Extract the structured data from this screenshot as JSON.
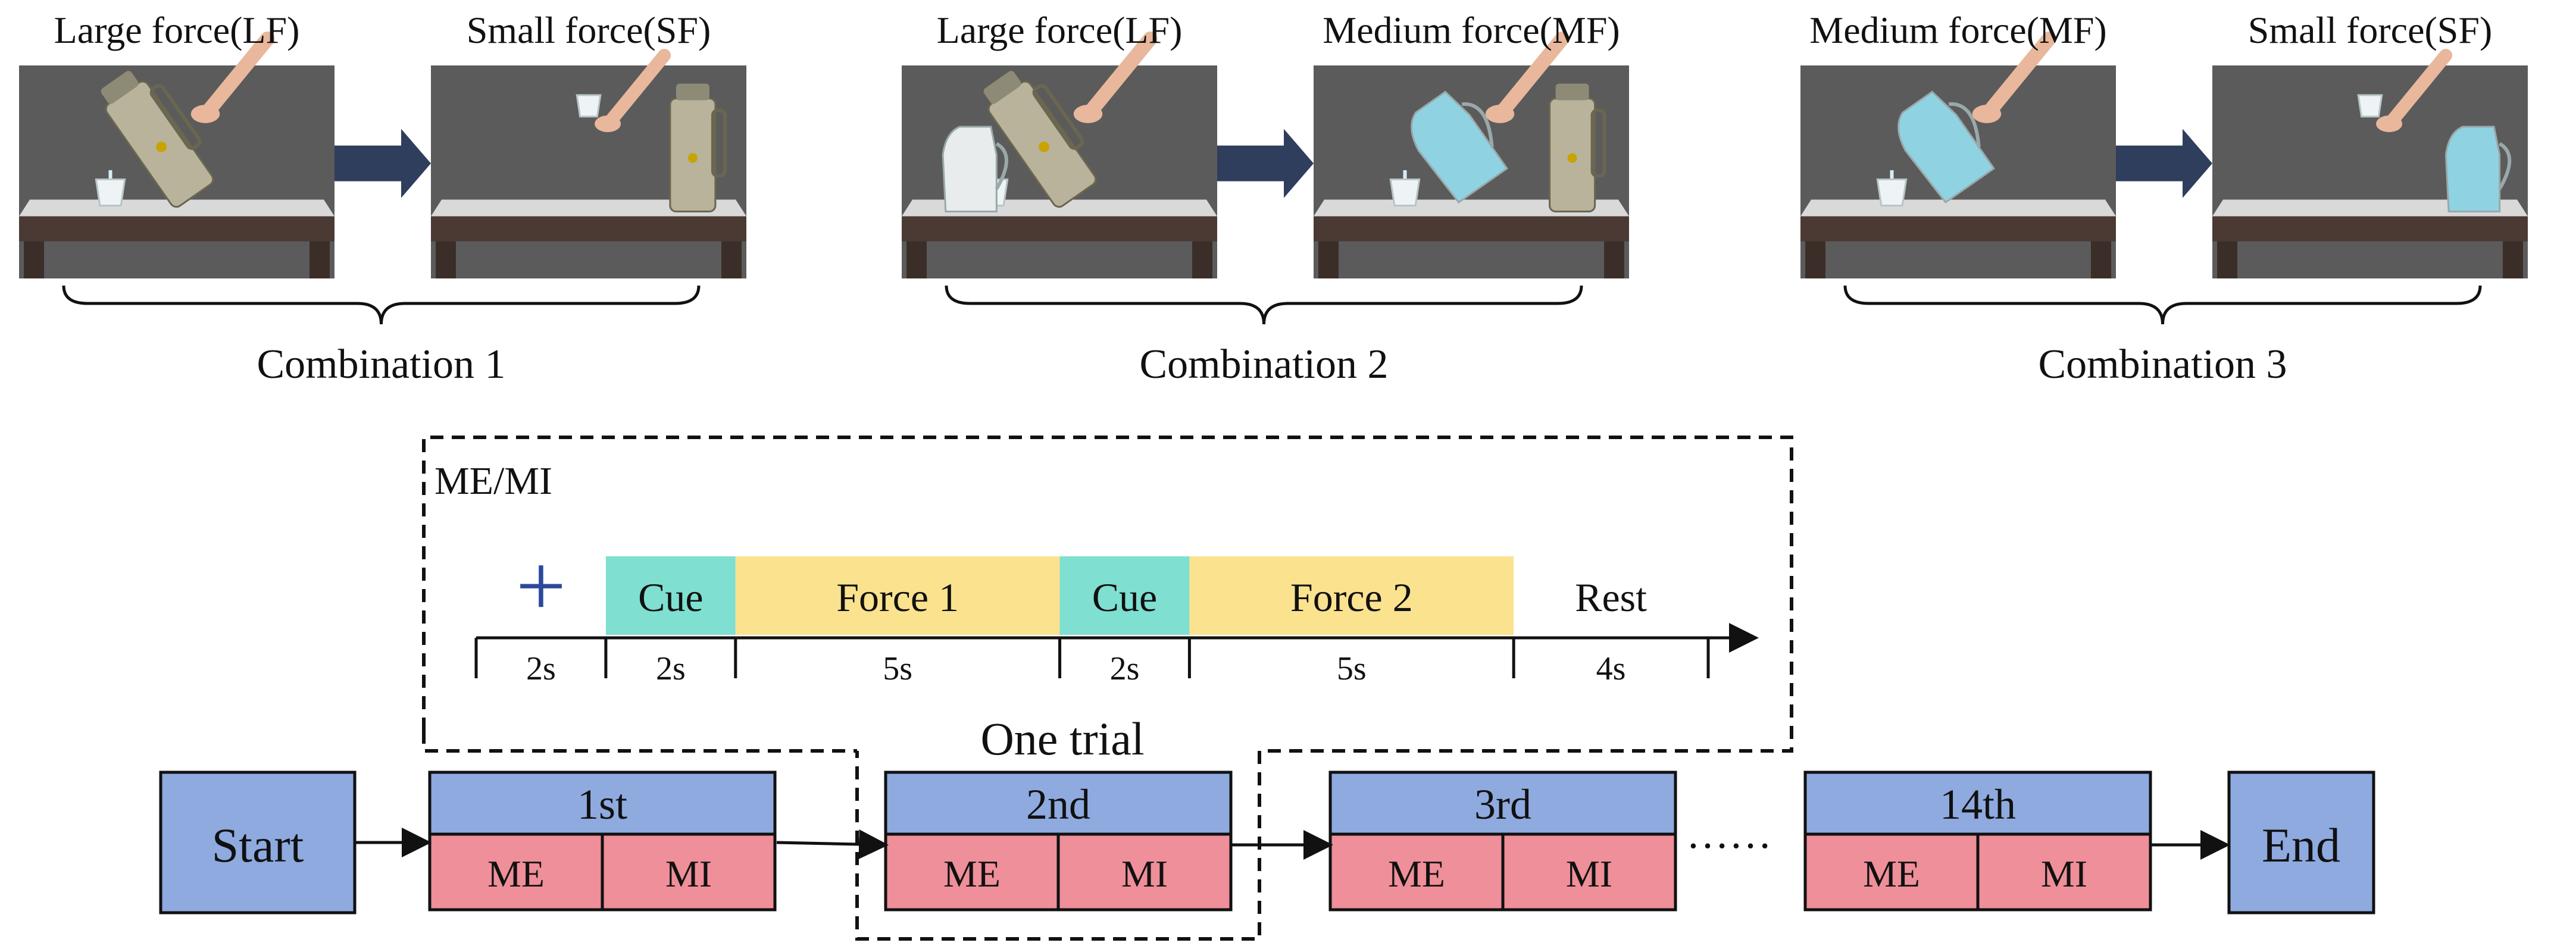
{
  "combinations": [
    {
      "left_label": "Large force(LF)",
      "right_label": "Small force(SF)",
      "caption": "Combination 1",
      "left_scene": {
        "container": "thermos",
        "pouring": true
      },
      "right_scene": {
        "container": "thermos",
        "pouring": false
      }
    },
    {
      "left_label": "Large force(LF)",
      "right_label": "Medium force(MF)",
      "caption": "Combination 2",
      "left_scene": {
        "container": "thermos",
        "pouring": true,
        "extra": "glass-jug"
      },
      "right_scene": {
        "container": "blue-jug",
        "pouring": true,
        "extra": "thermos"
      }
    },
    {
      "left_label": "Medium force(MF)",
      "right_label": "Small force(SF)",
      "caption": "Combination 3",
      "left_scene": {
        "container": "blue-jug",
        "pouring": true
      },
      "right_scene": {
        "container": "blue-jug",
        "pouring": false
      }
    }
  ],
  "trial": {
    "box_label": "ME/MI",
    "fixation_symbol": "+",
    "segments": [
      {
        "label": "",
        "duration": "2s",
        "weight": 2,
        "color": "#ffffff"
      },
      {
        "label": "Cue",
        "duration": "2s",
        "weight": 2,
        "color": "#7fdfd1"
      },
      {
        "label": "Force 1",
        "duration": "5s",
        "weight": 5,
        "color": "#fae28f"
      },
      {
        "label": "Cue",
        "duration": "2s",
        "weight": 2,
        "color": "#7fdfd1"
      },
      {
        "label": "Force 2",
        "duration": "5s",
        "weight": 5,
        "color": "#fae28f"
      },
      {
        "label": "Rest",
        "duration": "4s",
        "weight": 3,
        "color": "#ffffff"
      }
    ],
    "one_trial_label": "One trial"
  },
  "flow": {
    "start_label": "Start",
    "end_label": "End",
    "ellipsis": "……",
    "blocks": [
      {
        "ordinal": "1st",
        "left": "ME",
        "right": "MI"
      },
      {
        "ordinal": "2nd",
        "left": "ME",
        "right": "MI"
      },
      {
        "ordinal": "3rd",
        "left": "ME",
        "right": "MI"
      },
      {
        "ordinal": "14th",
        "left": "ME",
        "right": "MI"
      }
    ]
  },
  "colors": {
    "scene_bg": "#5b5b5b",
    "arrow": "#2f3e5c",
    "fixation": "#2b4a9b",
    "block_header": "#8eaadf",
    "block_body": "#ee8f99",
    "start_end": "#8eaadf",
    "stroke": "#111111"
  }
}
